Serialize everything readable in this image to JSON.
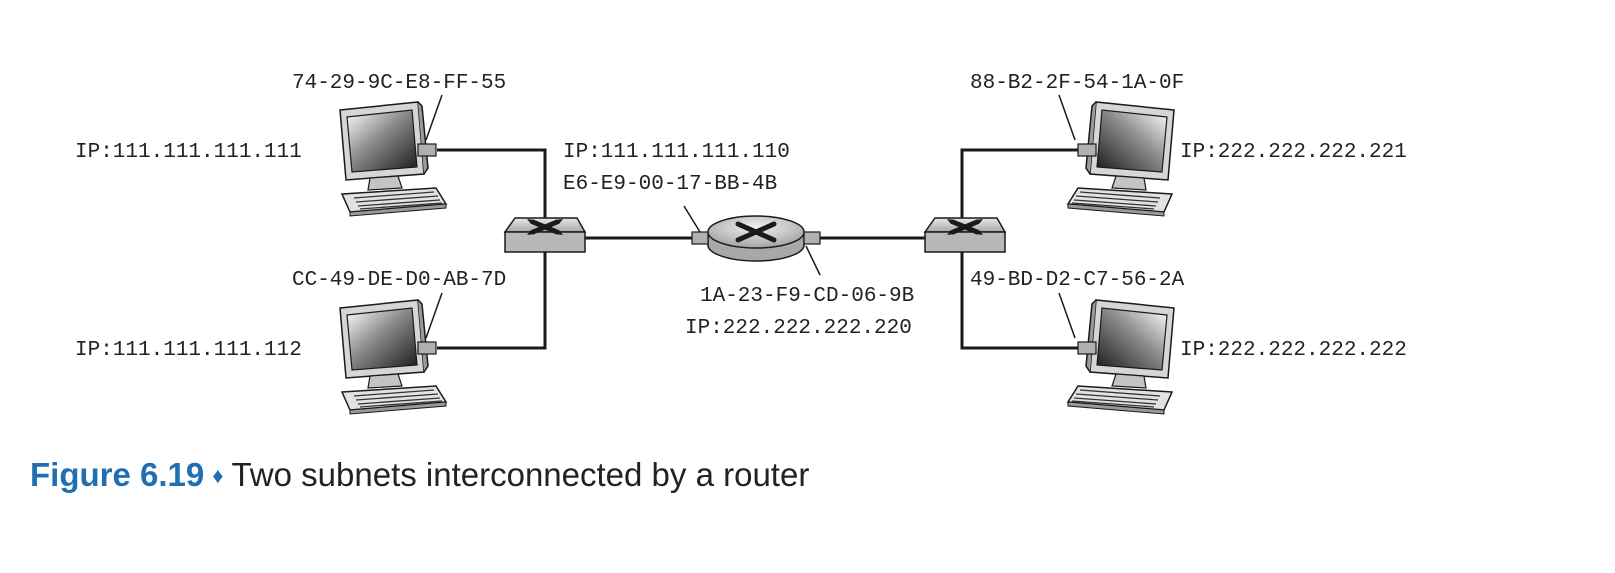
{
  "diagram": {
    "hosts": {
      "top_left": {
        "mac": "74-29-9C-E8-FF-55",
        "ip": "IP:111.111.111.111"
      },
      "bottom_left": {
        "mac": "CC-49-DE-D0-AB-7D",
        "ip": "IP:111.111.111.112"
      },
      "top_right": {
        "mac": "88-B2-2F-54-1A-0F",
        "ip": "IP:222.222.222.221"
      },
      "bottom_right": {
        "mac": "49-BD-D2-C7-56-2A",
        "ip": "IP:222.222.222.222"
      }
    },
    "router": {
      "left_interface": {
        "ip": "IP:111.111.111.110",
        "mac": "E6-E9-00-17-BB-4B"
      },
      "right_interface": {
        "mac": "1A-23-F9-CD-06-9B",
        "ip": "IP:222.222.222.220"
      }
    },
    "colors": {
      "accent": "#1f6fb2",
      "line": "#1a1a1a",
      "device": "#cfcfcf"
    }
  },
  "caption": {
    "figure_label": "Figure 6.19",
    "separator": "♦",
    "text": "Two subnets interconnected by a router"
  }
}
